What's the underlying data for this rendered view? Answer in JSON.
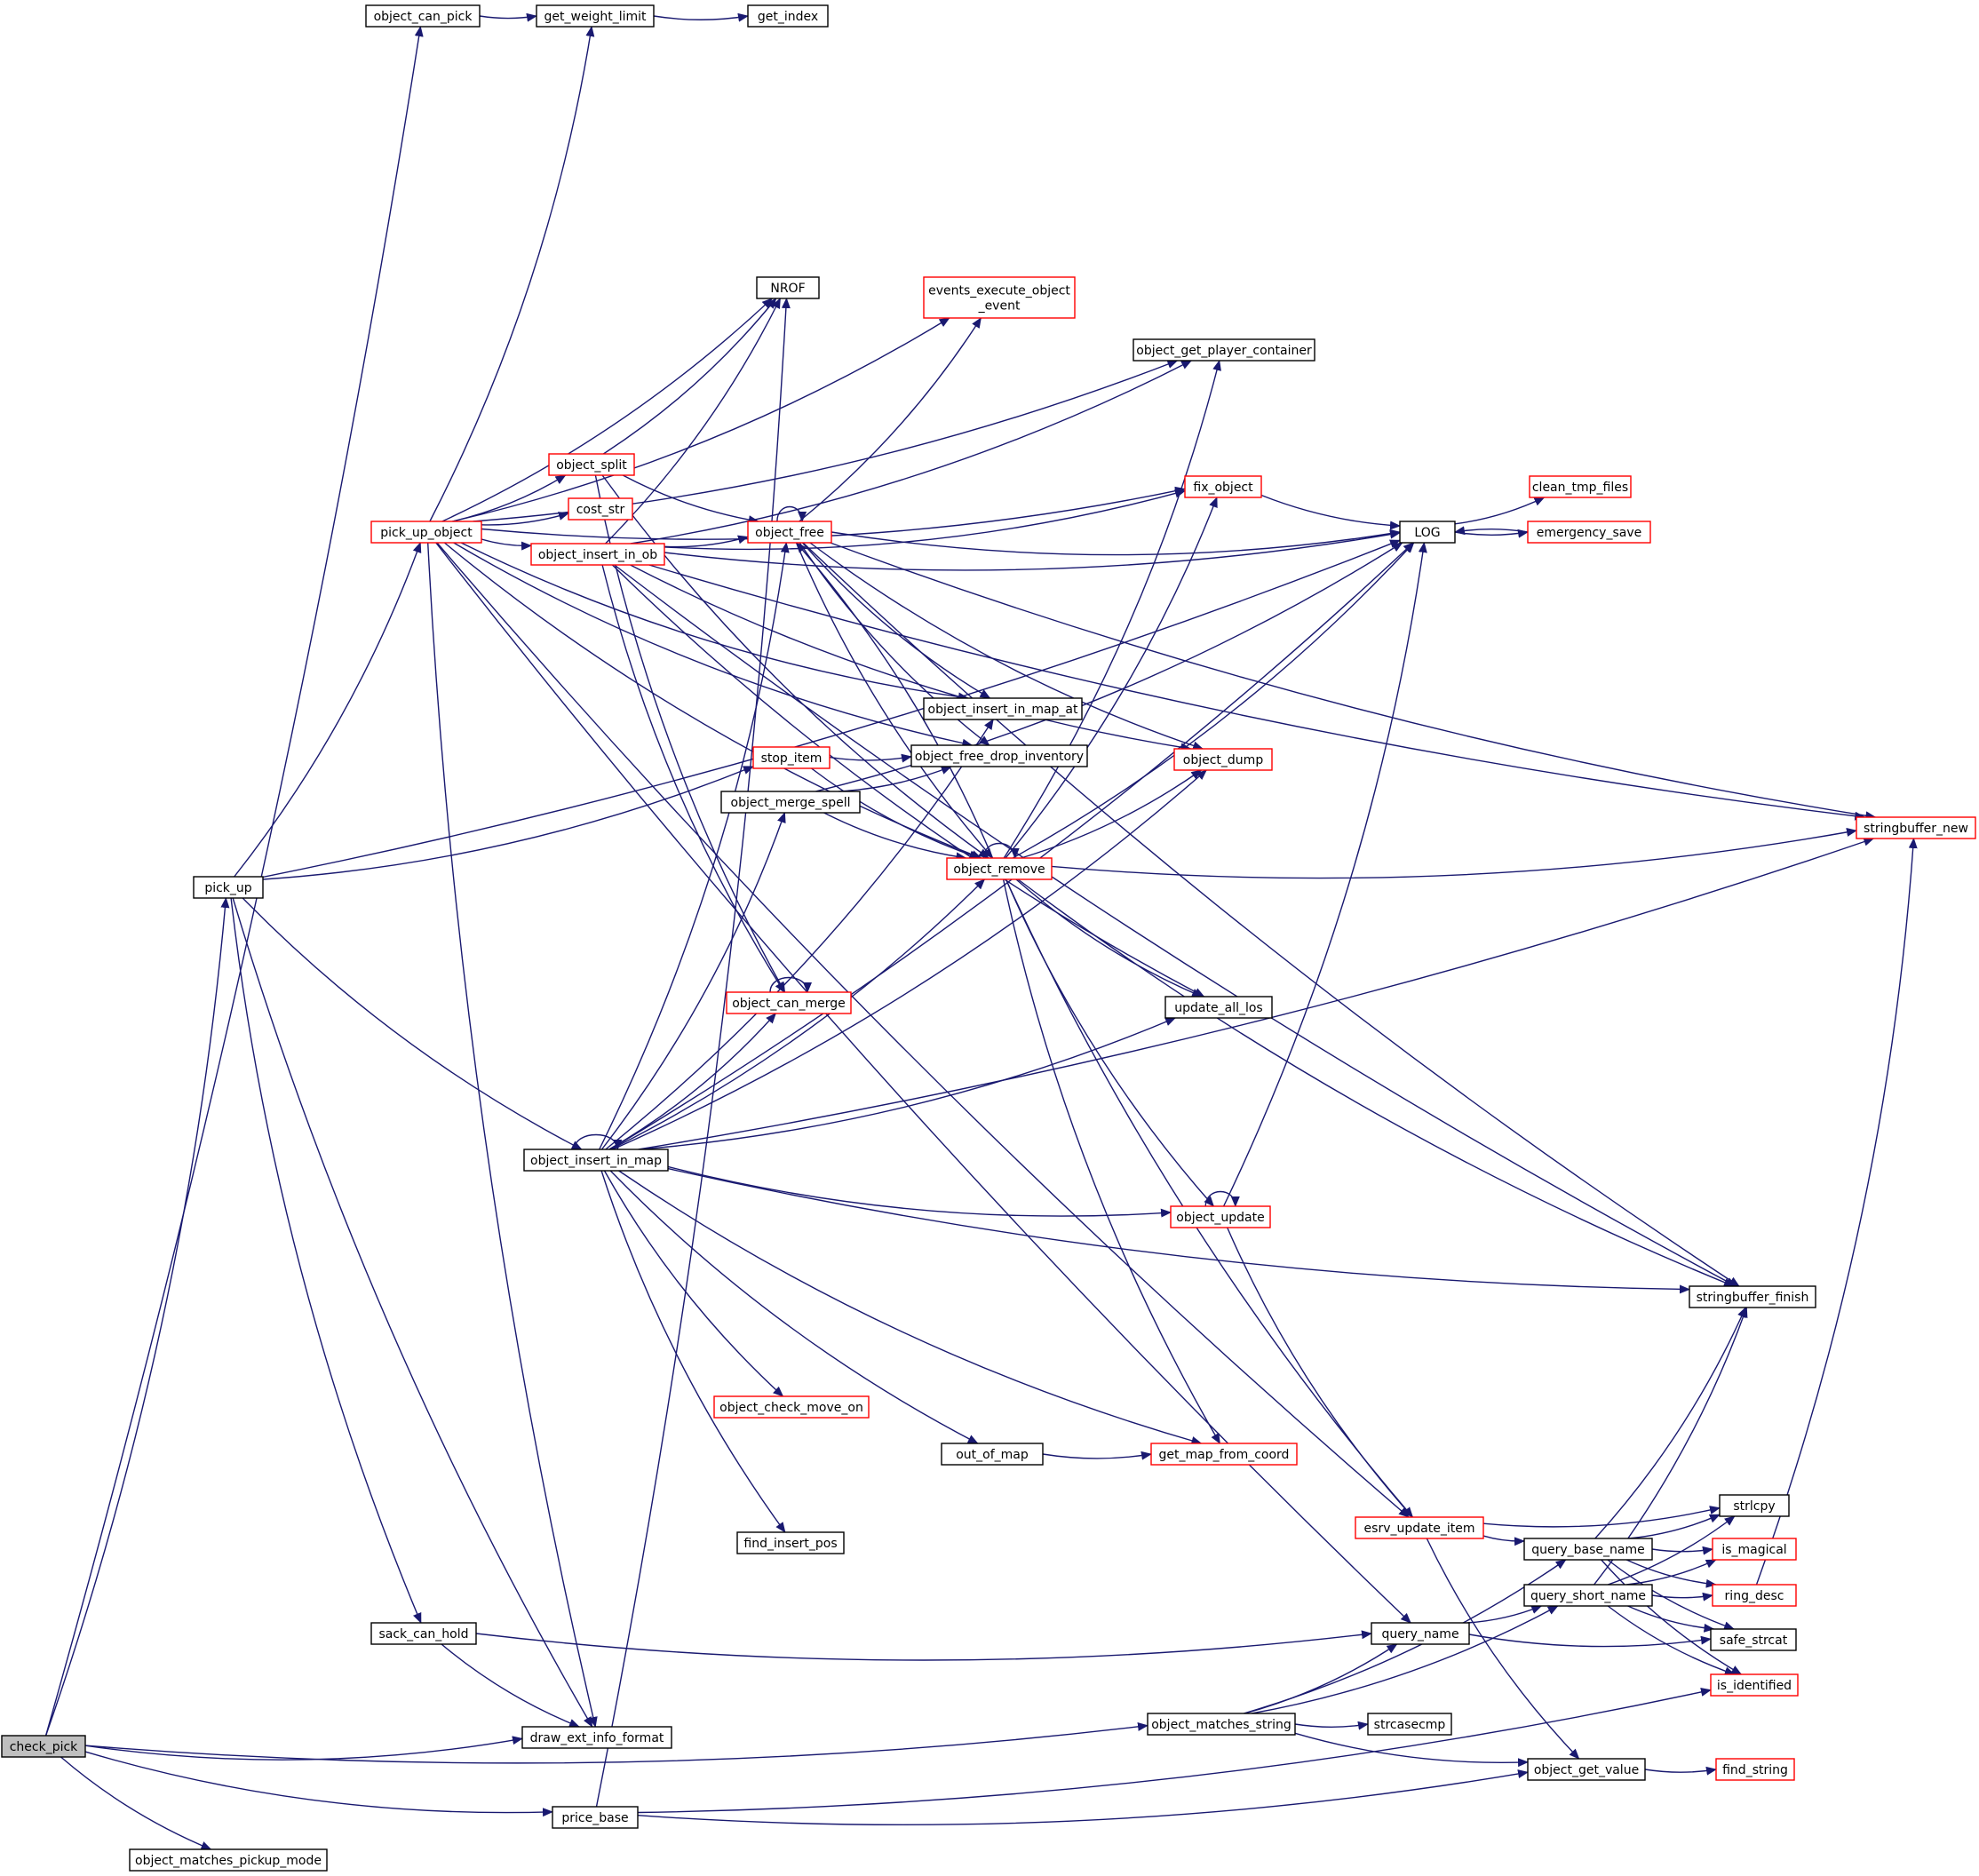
{
  "colors": {
    "edge": "#191970",
    "node_border": "#000000",
    "node_border_truncated": "#ff0000",
    "root_fill": "#bfbfbf",
    "node_fill": "#ffffff"
  },
  "nodes": [
    {
      "id": "check_pick",
      "lines": [
        "check_pick"
      ],
      "kind": "root"
    },
    {
      "id": "object_can_pick",
      "lines": [
        "object_can_pick"
      ],
      "kind": "normal"
    },
    {
      "id": "get_weight_limit",
      "lines": [
        "get_weight_limit"
      ],
      "kind": "normal"
    },
    {
      "id": "get_index",
      "lines": [
        "get_index"
      ],
      "kind": "normal"
    },
    {
      "id": "pick_up",
      "lines": [
        "pick_up"
      ],
      "kind": "normal"
    },
    {
      "id": "pick_up_object",
      "lines": [
        "pick_up_object"
      ],
      "kind": "truncated"
    },
    {
      "id": "object_split",
      "lines": [
        "object_split"
      ],
      "kind": "truncated"
    },
    {
      "id": "cost_str",
      "lines": [
        "cost_str"
      ],
      "kind": "truncated"
    },
    {
      "id": "object_insert_in_ob",
      "lines": [
        "object_insert_in_ob"
      ],
      "kind": "truncated"
    },
    {
      "id": "NROF",
      "lines": [
        "NROF"
      ],
      "kind": "normal"
    },
    {
      "id": "events_execute_object_event",
      "lines": [
        "events_execute_object",
        "_event"
      ],
      "kind": "truncated"
    },
    {
      "id": "object_get_player_container",
      "lines": [
        "object_get_player_container"
      ],
      "kind": "normal"
    },
    {
      "id": "fix_object",
      "lines": [
        "fix_object"
      ],
      "kind": "truncated"
    },
    {
      "id": "object_free",
      "lines": [
        "object_free"
      ],
      "kind": "truncated"
    },
    {
      "id": "LOG",
      "lines": [
        "LOG"
      ],
      "kind": "normal"
    },
    {
      "id": "clean_tmp_files",
      "lines": [
        "clean_tmp_files"
      ],
      "kind": "truncated"
    },
    {
      "id": "emergency_save",
      "lines": [
        "emergency_save"
      ],
      "kind": "truncated"
    },
    {
      "id": "object_insert_in_map_at",
      "lines": [
        "object_insert_in_map_at"
      ],
      "kind": "normal"
    },
    {
      "id": "stop_item",
      "lines": [
        "stop_item"
      ],
      "kind": "truncated"
    },
    {
      "id": "object_free_drop_inventory",
      "lines": [
        "object_free_drop_inventory"
      ],
      "kind": "normal"
    },
    {
      "id": "object_dump",
      "lines": [
        "object_dump"
      ],
      "kind": "truncated"
    },
    {
      "id": "object_merge_spell",
      "lines": [
        "object_merge_spell"
      ],
      "kind": "normal"
    },
    {
      "id": "object_remove",
      "lines": [
        "object_remove"
      ],
      "kind": "truncated"
    },
    {
      "id": "stringbuffer_new",
      "lines": [
        "stringbuffer_new"
      ],
      "kind": "truncated"
    },
    {
      "id": "object_can_merge",
      "lines": [
        "object_can_merge"
      ],
      "kind": "truncated"
    },
    {
      "id": "update_all_los",
      "lines": [
        "update_all_los"
      ],
      "kind": "normal"
    },
    {
      "id": "object_insert_in_map",
      "lines": [
        "object_insert_in_map"
      ],
      "kind": "normal"
    },
    {
      "id": "object_update",
      "lines": [
        "object_update"
      ],
      "kind": "truncated"
    },
    {
      "id": "stringbuffer_finish",
      "lines": [
        "stringbuffer_finish"
      ],
      "kind": "normal"
    },
    {
      "id": "object_check_move_on",
      "lines": [
        "object_check_move_on"
      ],
      "kind": "truncated"
    },
    {
      "id": "out_of_map",
      "lines": [
        "out_of_map"
      ],
      "kind": "normal"
    },
    {
      "id": "get_map_from_coord",
      "lines": [
        "get_map_from_coord"
      ],
      "kind": "truncated"
    },
    {
      "id": "strlcpy",
      "lines": [
        "strlcpy"
      ],
      "kind": "normal"
    },
    {
      "id": "esrv_update_item",
      "lines": [
        "esrv_update_item"
      ],
      "kind": "truncated"
    },
    {
      "id": "query_base_name",
      "lines": [
        "query_base_name"
      ],
      "kind": "normal"
    },
    {
      "id": "is_magical",
      "lines": [
        "is_magical"
      ],
      "kind": "truncated"
    },
    {
      "id": "find_insert_pos",
      "lines": [
        "find_insert_pos"
      ],
      "kind": "normal"
    },
    {
      "id": "query_short_name",
      "lines": [
        "query_short_name"
      ],
      "kind": "normal"
    },
    {
      "id": "ring_desc",
      "lines": [
        "ring_desc"
      ],
      "kind": "truncated"
    },
    {
      "id": "sack_can_hold",
      "lines": [
        "sack_can_hold"
      ],
      "kind": "normal"
    },
    {
      "id": "query_name",
      "lines": [
        "query_name"
      ],
      "kind": "normal"
    },
    {
      "id": "safe_strcat",
      "lines": [
        "safe_strcat"
      ],
      "kind": "normal"
    },
    {
      "id": "is_identified",
      "lines": [
        "is_identified"
      ],
      "kind": "truncated"
    },
    {
      "id": "draw_ext_info_format",
      "lines": [
        "draw_ext_info_format"
      ],
      "kind": "normal"
    },
    {
      "id": "object_matches_string",
      "lines": [
        "object_matches_string"
      ],
      "kind": "normal"
    },
    {
      "id": "strcasecmp",
      "lines": [
        "strcasecmp"
      ],
      "kind": "normal"
    },
    {
      "id": "object_get_value",
      "lines": [
        "object_get_value"
      ],
      "kind": "normal"
    },
    {
      "id": "find_string",
      "lines": [
        "find_string"
      ],
      "kind": "truncated"
    },
    {
      "id": "price_base",
      "lines": [
        "price_base"
      ],
      "kind": "normal"
    },
    {
      "id": "object_matches_pickup_mode",
      "lines": [
        "object_matches_pickup_mode"
      ],
      "kind": "normal"
    }
  ],
  "edges": [
    [
      "check_pick",
      "object_can_pick"
    ],
    [
      "check_pick",
      "pick_up"
    ],
    [
      "check_pick",
      "draw_ext_info_format"
    ],
    [
      "check_pick",
      "object_matches_string"
    ],
    [
      "check_pick",
      "price_base"
    ],
    [
      "check_pick",
      "object_matches_pickup_mode"
    ],
    [
      "object_can_pick",
      "get_weight_limit"
    ],
    [
      "get_weight_limit",
      "get_index"
    ],
    [
      "pick_up",
      "pick_up_object"
    ],
    [
      "pick_up",
      "LOG"
    ],
    [
      "pick_up",
      "stop_item"
    ],
    [
      "pick_up",
      "object_insert_in_map"
    ],
    [
      "pick_up",
      "sack_can_hold"
    ],
    [
      "pick_up",
      "draw_ext_info_format"
    ],
    [
      "pick_up_object",
      "get_weight_limit"
    ],
    [
      "pick_up_object",
      "object_split"
    ],
    [
      "pick_up_object",
      "cost_str"
    ],
    [
      "pick_up_object",
      "object_insert_in_ob"
    ],
    [
      "pick_up_object",
      "NROF"
    ],
    [
      "pick_up_object",
      "events_execute_object_event"
    ],
    [
      "pick_up_object",
      "object_get_player_container"
    ],
    [
      "pick_up_object",
      "fix_object"
    ],
    [
      "pick_up_object",
      "object_insert_in_map_at"
    ],
    [
      "pick_up_object",
      "object_free_drop_inventory"
    ],
    [
      "pick_up_object",
      "object_remove"
    ],
    [
      "pick_up_object",
      "esrv_update_item"
    ],
    [
      "pick_up_object",
      "query_name"
    ],
    [
      "pick_up_object",
      "draw_ext_info_format"
    ],
    [
      "object_split",
      "NROF"
    ],
    [
      "object_split",
      "object_free"
    ],
    [
      "object_split",
      "object_can_merge"
    ],
    [
      "object_split",
      "object_remove"
    ],
    [
      "object_insert_in_ob",
      "NROF"
    ],
    [
      "object_insert_in_ob",
      "object_get_player_container"
    ],
    [
      "object_insert_in_ob",
      "fix_object"
    ],
    [
      "object_insert_in_ob",
      "LOG"
    ],
    [
      "object_insert_in_ob",
      "object_free"
    ],
    [
      "object_insert_in_ob",
      "stringbuffer_new"
    ],
    [
      "object_insert_in_ob",
      "object_dump"
    ],
    [
      "object_insert_in_ob",
      "object_can_merge"
    ],
    [
      "object_insert_in_ob",
      "update_all_los"
    ],
    [
      "object_insert_in_ob",
      "stringbuffer_finish"
    ],
    [
      "object_free",
      "events_execute_object_event"
    ],
    [
      "object_free",
      "LOG"
    ],
    [
      "object_free",
      "object_free"
    ],
    [
      "object_free",
      "object_insert_in_map_at"
    ],
    [
      "object_free",
      "object_free_drop_inventory"
    ],
    [
      "object_free",
      "object_dump"
    ],
    [
      "object_free",
      "object_remove"
    ],
    [
      "object_free",
      "stringbuffer_finish"
    ],
    [
      "object_free",
      "stringbuffer_new"
    ],
    [
      "fix_object",
      "LOG"
    ],
    [
      "LOG",
      "clean_tmp_files"
    ],
    [
      "LOG",
      "emergency_save"
    ],
    [
      "emergency_save",
      "LOG"
    ],
    [
      "stop_item",
      "object_free_drop_inventory"
    ],
    [
      "stop_item",
      "object_remove"
    ],
    [
      "object_merge_spell",
      "object_free_drop_inventory"
    ],
    [
      "object_merge_spell",
      "object_remove"
    ],
    [
      "object_merge_spell",
      "LOG"
    ],
    [
      "object_remove",
      "object_remove"
    ],
    [
      "object_remove",
      "object_free"
    ],
    [
      "object_remove",
      "object_get_player_container"
    ],
    [
      "object_remove",
      "fix_object"
    ],
    [
      "object_remove",
      "LOG"
    ],
    [
      "object_remove",
      "object_dump"
    ],
    [
      "object_remove",
      "stringbuffer_new"
    ],
    [
      "object_remove",
      "stringbuffer_finish"
    ],
    [
      "object_remove",
      "update_all_los"
    ],
    [
      "object_remove",
      "object_update"
    ],
    [
      "object_remove",
      "get_map_from_coord"
    ],
    [
      "object_remove",
      "esrv_update_item"
    ],
    [
      "object_can_merge",
      "object_can_merge"
    ],
    [
      "object_insert_in_map",
      "object_insert_in_map"
    ],
    [
      "object_insert_in_map",
      "object_free"
    ],
    [
      "object_insert_in_map",
      "object_insert_in_map_at"
    ],
    [
      "object_insert_in_map",
      "object_merge_spell"
    ],
    [
      "object_insert_in_map",
      "object_remove"
    ],
    [
      "object_insert_in_map",
      "object_can_merge"
    ],
    [
      "object_insert_in_map",
      "object_dump"
    ],
    [
      "object_insert_in_map",
      "update_all_los"
    ],
    [
      "object_insert_in_map",
      "LOG"
    ],
    [
      "object_insert_in_map",
      "object_update"
    ],
    [
      "object_insert_in_map",
      "stringbuffer_finish"
    ],
    [
      "object_insert_in_map",
      "stringbuffer_new"
    ],
    [
      "object_insert_in_map",
      "object_check_move_on"
    ],
    [
      "object_insert_in_map",
      "out_of_map"
    ],
    [
      "object_insert_in_map",
      "get_map_from_coord"
    ],
    [
      "object_insert_in_map",
      "find_insert_pos"
    ],
    [
      "object_update",
      "object_update"
    ],
    [
      "object_update",
      "LOG"
    ],
    [
      "object_update",
      "esrv_update_item"
    ],
    [
      "out_of_map",
      "get_map_from_coord"
    ],
    [
      "esrv_update_item",
      "strlcpy"
    ],
    [
      "esrv_update_item",
      "query_base_name"
    ],
    [
      "esrv_update_item",
      "object_get_value"
    ],
    [
      "query_base_name",
      "stringbuffer_finish"
    ],
    [
      "query_base_name",
      "strlcpy"
    ],
    [
      "query_base_name",
      "is_magical"
    ],
    [
      "query_base_name",
      "ring_desc"
    ],
    [
      "query_base_name",
      "safe_strcat"
    ],
    [
      "query_base_name",
      "is_identified"
    ],
    [
      "query_short_name",
      "stringbuffer_finish"
    ],
    [
      "query_short_name",
      "strlcpy"
    ],
    [
      "query_short_name",
      "is_magical"
    ],
    [
      "query_short_name",
      "ring_desc"
    ],
    [
      "query_short_name",
      "safe_strcat"
    ],
    [
      "query_short_name",
      "is_identified"
    ],
    [
      "ring_desc",
      "stringbuffer_new"
    ],
    [
      "query_name",
      "query_short_name"
    ],
    [
      "query_name",
      "safe_strcat"
    ],
    [
      "sack_can_hold",
      "query_name"
    ],
    [
      "sack_can_hold",
      "draw_ext_info_format"
    ],
    [
      "object_matches_string",
      "query_base_name"
    ],
    [
      "object_matches_string",
      "query_name"
    ],
    [
      "object_matches_string",
      "query_short_name"
    ],
    [
      "object_matches_string",
      "strcasecmp"
    ],
    [
      "object_matches_string",
      "object_get_value"
    ],
    [
      "object_get_value",
      "find_string"
    ],
    [
      "price_base",
      "NROF"
    ],
    [
      "price_base",
      "object_get_value"
    ],
    [
      "price_base",
      "is_identified"
    ]
  ]
}
